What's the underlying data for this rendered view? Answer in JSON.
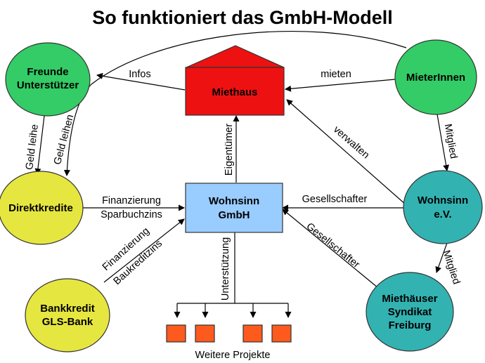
{
  "title": "So funktioniert das GmbH-Modell",
  "colors": {
    "green": "#33cc66",
    "red": "#ee1111",
    "blue": "#99ccff",
    "teal": "#33b2b2",
    "yellow": "#e6e640",
    "orange": "#ff5a1e"
  },
  "nodes": {
    "freunde": {
      "line1": "Freunde",
      "line2": "Unterstützer"
    },
    "miethaus": {
      "label": "Miethaus"
    },
    "mieterinnen": {
      "label": "MieterInnen"
    },
    "direktkredite": {
      "label": "Direktkredite"
    },
    "gmbh": {
      "line1": "Wohnsinn",
      "line2": "GmbH"
    },
    "verein": {
      "line1": "Wohnsinn",
      "line2": "e.V."
    },
    "bankkredit": {
      "line1": "Bankkredit",
      "line2": "GLS-Bank"
    },
    "syndikat": {
      "line1": "Miethäuser",
      "line2": "Syndikat",
      "line3": "Freiburg"
    }
  },
  "edges": {
    "infos": "Infos",
    "mieten": "mieten",
    "geld_leihe": "Geld leihe",
    "geld_leihen": "Geld leihen",
    "eigentuemer": "Eigentümer",
    "verwalten": "verwalten",
    "mitglied_1": "Mitglied",
    "finanzierung_1": "Finanzierung",
    "sparbuchzins": "Sparbuchzins",
    "gesellschafter_1": "Gesellschafter",
    "gesellschafter_2": "Gesellschafter",
    "finanzierung_2": "Finanzierung",
    "baukreditzins": "Baukreditzins",
    "unterstuetzung": "Unterstützung",
    "mitglied_2": "Mitglied"
  },
  "projects_caption": "Weitere Projekte"
}
